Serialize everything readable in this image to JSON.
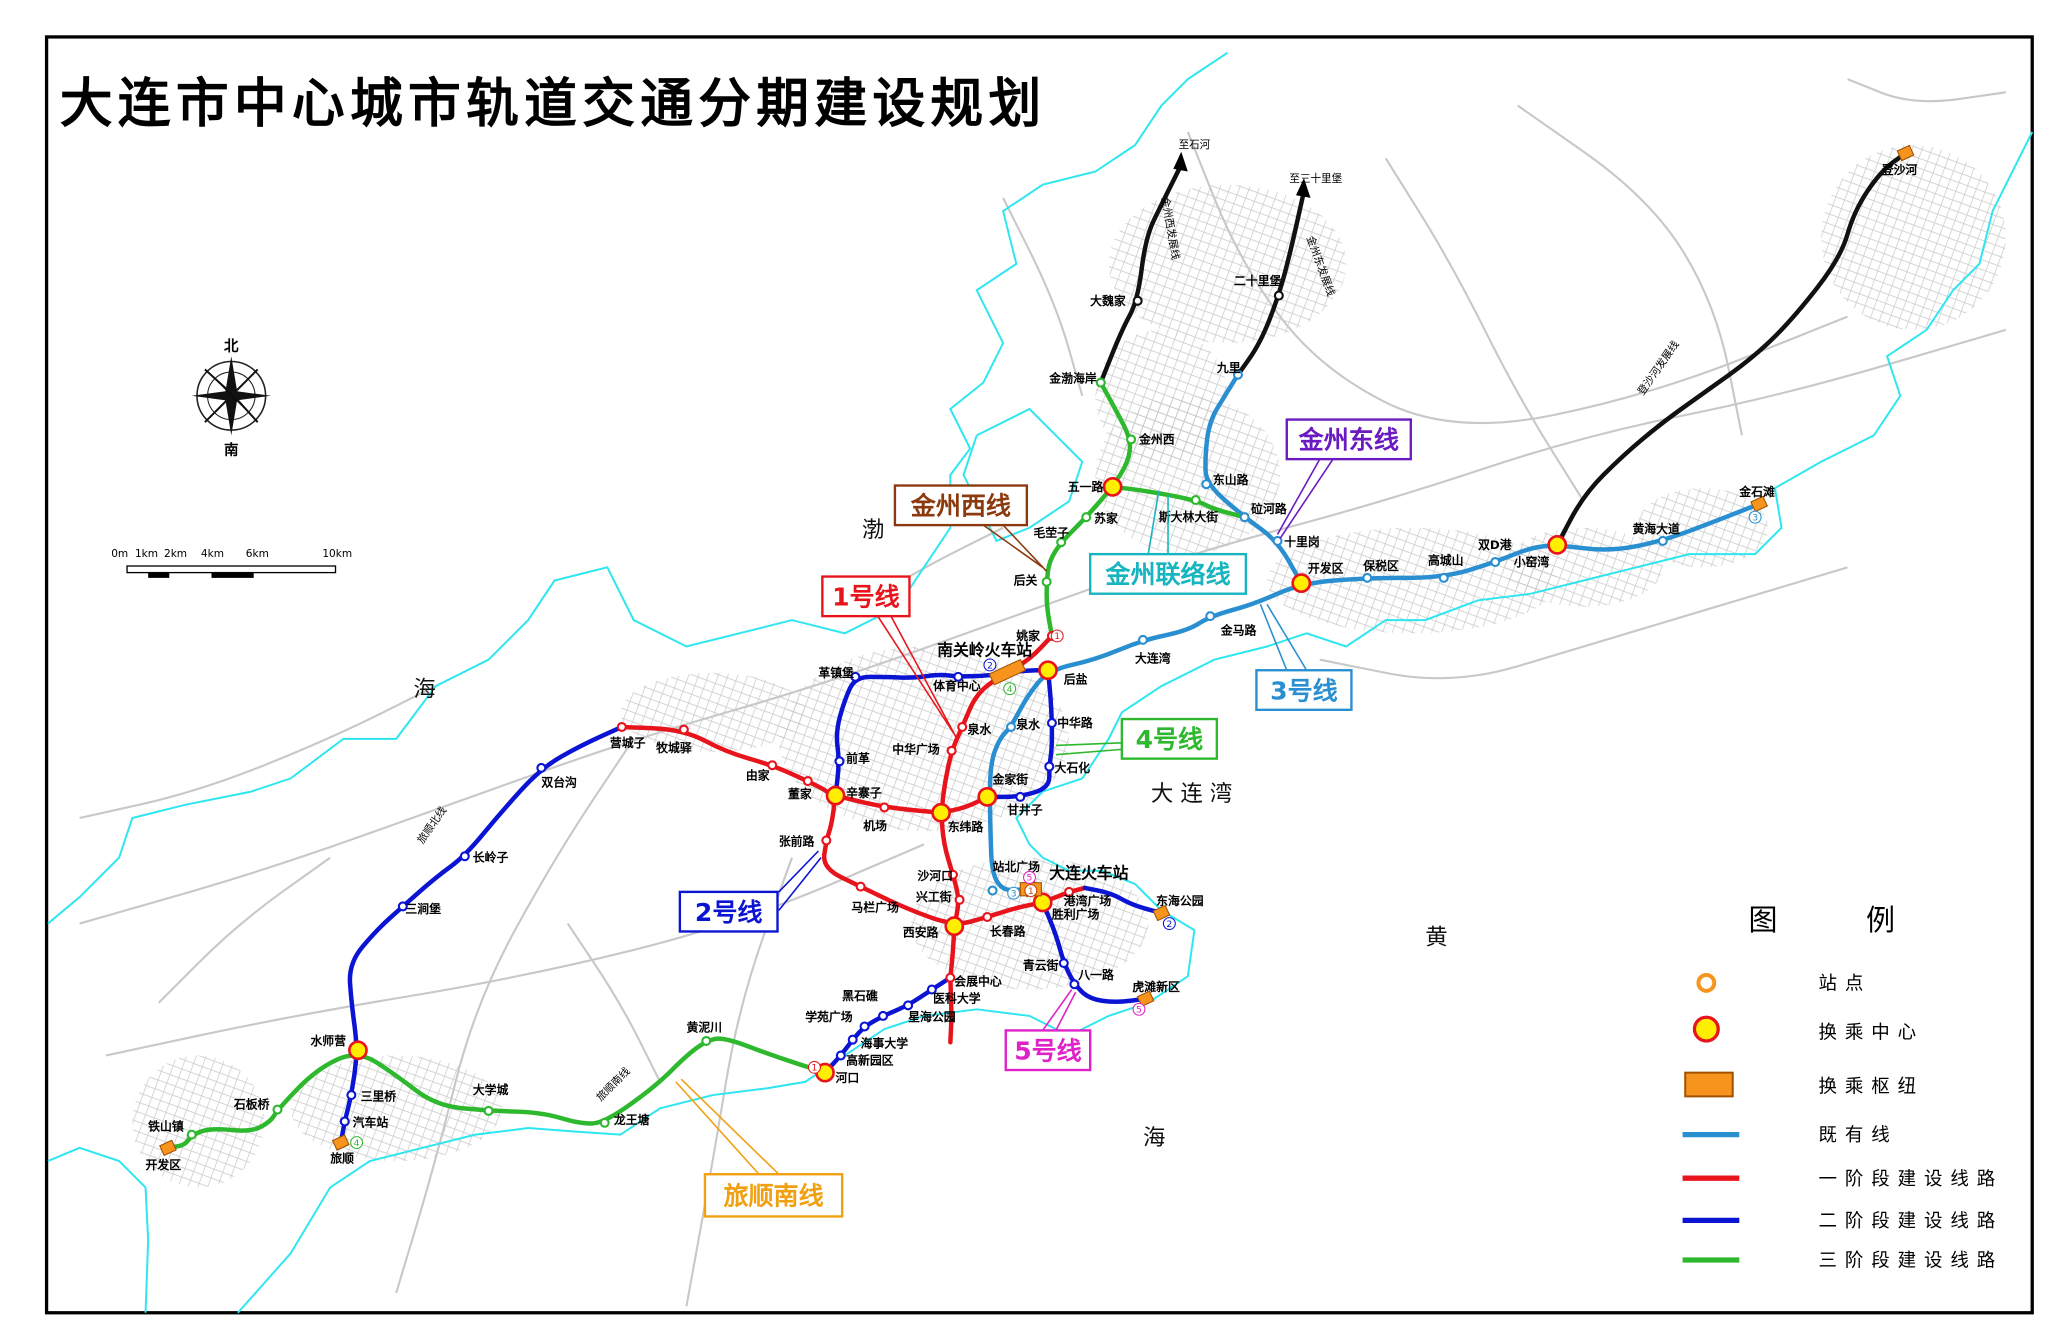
{
  "title": "大连市中心城市轨道交通分期建设规划",
  "colors": {
    "stage1": "#e8141c",
    "stage2": "#0a14d2",
    "stage3": "#2db82d",
    "existing": "#2a8fd0",
    "extension": "#111111",
    "coast": "#2ee6f0",
    "road": "#c8c8c8",
    "interchange_fill": "#ffee00",
    "hub_fill": "#f7941d"
  },
  "compass": {
    "north": "北",
    "south": "南"
  },
  "scale_bar": {
    "labels": [
      "0m",
      "1km",
      "2km",
      "4km",
      "6km",
      "10km"
    ]
  },
  "sea_labels": [
    "渤",
    "海",
    "大 连 湾",
    "黄",
    "海"
  ],
  "direction_labels": [
    "至石河",
    "至三十里堡"
  ],
  "branch_labels": [
    "金州西发展线",
    "金州东发展线",
    "旅顺北线",
    "旅顺南线",
    "登沙河发展线"
  ],
  "callouts": [
    {
      "label": "金州西线",
      "color": "#8b3a0e"
    },
    {
      "label": "金州联络线",
      "color": "#16b5c0"
    },
    {
      "label": "1号线",
      "color": "#e8141c"
    },
    {
      "label": "金州东线",
      "color": "#6a1ac0"
    },
    {
      "label": "3号线",
      "color": "#2a8fd0"
    },
    {
      "label": "4号线",
      "color": "#2db82d"
    },
    {
      "label": "2号线",
      "color": "#0a14d2"
    },
    {
      "label": "5号线",
      "color": "#e020c8"
    },
    {
      "label": "旅顺南线",
      "color": "#f0a010"
    }
  ],
  "line_numbers": [
    {
      "text": "1",
      "color": "#e8141c"
    },
    {
      "text": "2",
      "color": "#0a14d2"
    },
    {
      "text": "4",
      "color": "#2db82d"
    },
    {
      "text": "5",
      "color": "#e020c8"
    },
    {
      "text": "3",
      "color": "#2a8fd0"
    },
    {
      "text": "1",
      "color": "#c04000"
    },
    {
      "text": "2",
      "color": "#0a14d2"
    },
    {
      "text": "5",
      "color": "#e020c8"
    },
    {
      "text": "1",
      "color": "#e8141c"
    },
    {
      "text": "4",
      "color": "#2db82d"
    },
    {
      "text": "3",
      "color": "#2a8fd0"
    }
  ],
  "stations": [
    {
      "name": "姚家",
      "type": "station",
      "line": "stage1"
    },
    {
      "name": "南关岭火车站",
      "type": "hub",
      "line": "stage1"
    },
    {
      "name": "体育中心",
      "type": "station",
      "line": "stage2"
    },
    {
      "name": "泉水",
      "type": "station",
      "line": "stage1"
    },
    {
      "name": "中华广场",
      "type": "station",
      "line": "stage1"
    },
    {
      "name": "东纬路",
      "type": "interchange",
      "line": "stage1"
    },
    {
      "name": "金家街",
      "type": "interchange",
      "line": "stage1"
    },
    {
      "name": "辛寨子",
      "type": "interchange",
      "line": "stage1"
    },
    {
      "name": "机场",
      "type": "station",
      "line": "stage1"
    },
    {
      "name": "董家",
      "type": "station",
      "line": "stage1"
    },
    {
      "name": "由家",
      "type": "station",
      "line": "stage1"
    },
    {
      "name": "牧城驿",
      "type": "station",
      "line": "stage1"
    },
    {
      "name": "营城子",
      "type": "station",
      "line": "stage1"
    },
    {
      "name": "双台沟",
      "type": "station",
      "line": "stage2"
    },
    {
      "name": "长岭子",
      "type": "station",
      "line": "stage2"
    },
    {
      "name": "三涧堡",
      "type": "station",
      "line": "stage2"
    },
    {
      "name": "水师营",
      "type": "interchange",
      "line": "stage2"
    },
    {
      "name": "三里桥",
      "type": "station",
      "line": "stage2"
    },
    {
      "name": "汽车站",
      "type": "station",
      "line": "stage2"
    },
    {
      "name": "旅顺",
      "type": "hub",
      "line": "stage2"
    },
    {
      "name": "石板桥",
      "type": "station",
      "line": "stage3"
    },
    {
      "name": "铁山镇",
      "type": "station",
      "line": "stage3"
    },
    {
      "name": "开发区",
      "type": "hub",
      "line": "stage3"
    },
    {
      "name": "大学城",
      "type": "station",
      "line": "stage3"
    },
    {
      "name": "龙王塘",
      "type": "station",
      "line": "stage3"
    },
    {
      "name": "黄泥川",
      "type": "station",
      "line": "stage3"
    },
    {
      "name": "河口",
      "type": "interchange",
      "line": "stage1"
    },
    {
      "name": "高新园区",
      "type": "station",
      "line": "stage2"
    },
    {
      "name": "海事大学",
      "type": "station",
      "line": "stage2"
    },
    {
      "name": "学苑广场",
      "type": "station",
      "line": "stage2"
    },
    {
      "name": "黑石礁",
      "type": "station",
      "line": "stage2"
    },
    {
      "name": "星海公园",
      "type": "station",
      "line": "stage2"
    },
    {
      "name": "医科大学",
      "type": "station",
      "line": "stage2"
    },
    {
      "name": "会展中心",
      "type": "station",
      "line": "stage1"
    },
    {
      "name": "西安路",
      "type": "interchange",
      "line": "stage1"
    },
    {
      "name": "马栏广场",
      "type": "station",
      "line": "stage1"
    },
    {
      "name": "张前路",
      "type": "station",
      "line": "stage1"
    },
    {
      "name": "兴工街",
      "type": "station",
      "line": "stage1"
    },
    {
      "name": "沙河口",
      "type": "station",
      "line": "stage1"
    },
    {
      "name": "长春路",
      "type": "station",
      "line": "stage1"
    },
    {
      "name": "胜利广场",
      "type": "interchange",
      "line": "stage1"
    },
    {
      "name": "港湾广场",
      "type": "station",
      "line": "stage1"
    },
    {
      "name": "大连火车站",
      "type": "hub",
      "line": "stage1"
    },
    {
      "name": "站北广场",
      "type": "station",
      "line": "existing"
    },
    {
      "name": "东海公园",
      "type": "hub",
      "line": "stage2"
    },
    {
      "name": "青云街",
      "type": "station",
      "line": "stage2"
    },
    {
      "name": "八一路",
      "type": "station",
      "line": "stage2"
    },
    {
      "name": "虎滩新区",
      "type": "hub",
      "line": "stage2"
    },
    {
      "name": "后盐",
      "type": "interchange",
      "line": "stage2"
    },
    {
      "name": "中华路",
      "type": "station",
      "line": "stage2"
    },
    {
      "name": "大石化",
      "type": "station",
      "line": "stage2"
    },
    {
      "name": "甘井子",
      "type": "station",
      "line": "stage2"
    },
    {
      "name": "泉水",
      "type": "station",
      "line": "existing"
    },
    {
      "name": "大连湾",
      "type": "station",
      "line": "existing"
    },
    {
      "name": "金马路",
      "type": "station",
      "line": "existing"
    },
    {
      "name": "开发区",
      "type": "interchange",
      "line": "existing"
    },
    {
      "name": "保税区",
      "type": "station",
      "line": "existing"
    },
    {
      "name": "高城山",
      "type": "station",
      "line": "existing"
    },
    {
      "name": "双D港",
      "type": "station",
      "line": "existing"
    },
    {
      "name": "小窑湾",
      "type": "interchange",
      "line": "existing"
    },
    {
      "name": "黄海大道",
      "type": "station",
      "line": "existing"
    },
    {
      "name": "金石滩",
      "type": "hub",
      "line": "existing"
    },
    {
      "name": "登沙河",
      "type": "hub",
      "line": "extension"
    },
    {
      "name": "十里岗",
      "type": "station",
      "line": "existing"
    },
    {
      "name": "砬河路",
      "type": "station",
      "line": "existing"
    },
    {
      "name": "东山路",
      "type": "station",
      "line": "existing"
    },
    {
      "name": "九里",
      "type": "station",
      "line": "existing"
    },
    {
      "name": "斯大林大街",
      "type": "station",
      "line": "stage3"
    },
    {
      "name": "五一路",
      "type": "interchange",
      "line": "stage3"
    },
    {
      "name": "金州西",
      "type": "station",
      "line": "stage3"
    },
    {
      "name": "金渤海岸",
      "type": "station",
      "line": "stage3"
    },
    {
      "name": "苏家",
      "type": "station",
      "line": "stage3"
    },
    {
      "name": "毛茔子",
      "type": "station",
      "line": "stage3"
    },
    {
      "name": "后关",
      "type": "station",
      "line": "stage3"
    },
    {
      "name": "大魏家",
      "type": "station",
      "line": "extension"
    },
    {
      "name": "二十里堡",
      "type": "station",
      "line": "extension"
    },
    {
      "name": "革镇堡",
      "type": "station",
      "line": "stage2"
    },
    {
      "name": "前革",
      "type": "station",
      "line": "stage2"
    }
  ],
  "legend": {
    "title": "图 例",
    "items": [
      {
        "label": "站点",
        "symbol": "station"
      },
      {
        "label": "换乘中心",
        "symbol": "interchange"
      },
      {
        "label": "换乘枢纽",
        "symbol": "hub"
      },
      {
        "label": "既有线",
        "symbol": "existing"
      },
      {
        "label": "一阶段建设线路",
        "symbol": "stage1"
      },
      {
        "label": "二阶段建设线路",
        "symbol": "stage2"
      },
      {
        "label": "三阶段建设线路",
        "symbol": "stage3"
      }
    ]
  }
}
